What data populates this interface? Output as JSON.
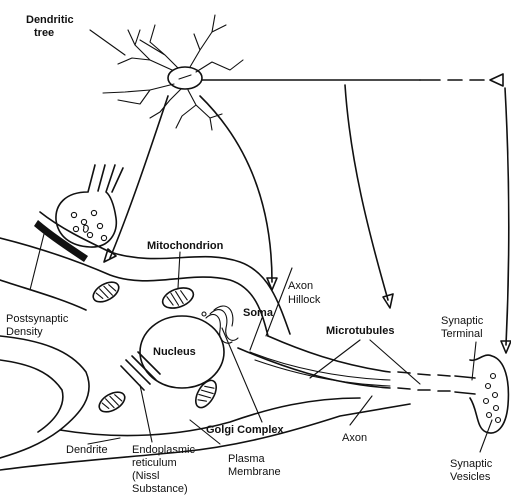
{
  "labels": {
    "dendritic_tree": [
      "Dendritic",
      "tree"
    ],
    "mitochondrion": "Mitochondrion",
    "postsynaptic_density": [
      "Postsynaptic",
      "Density"
    ],
    "nucleus": "Nucleus",
    "soma": "Soma",
    "axon_hillock": [
      "Axon",
      "Hillock"
    ],
    "microtubules": "Microtubules",
    "synaptic_terminal": [
      "Synaptic",
      "Terminal"
    ],
    "golgi_complex": "Golgi Complex",
    "axon": "Axon",
    "endoplasmic_reticulum": [
      "Endoplasmic",
      "reticulum",
      "(Nissl",
      "Substance)"
    ],
    "plasma_membrane": [
      "Plasma",
      "Membrane"
    ],
    "dendrite": "Dendrite",
    "synaptic_vesicles": [
      "Synaptic",
      "Vesicles"
    ]
  },
  "colors": {
    "ink": "#111111",
    "background": "#ffffff"
  }
}
